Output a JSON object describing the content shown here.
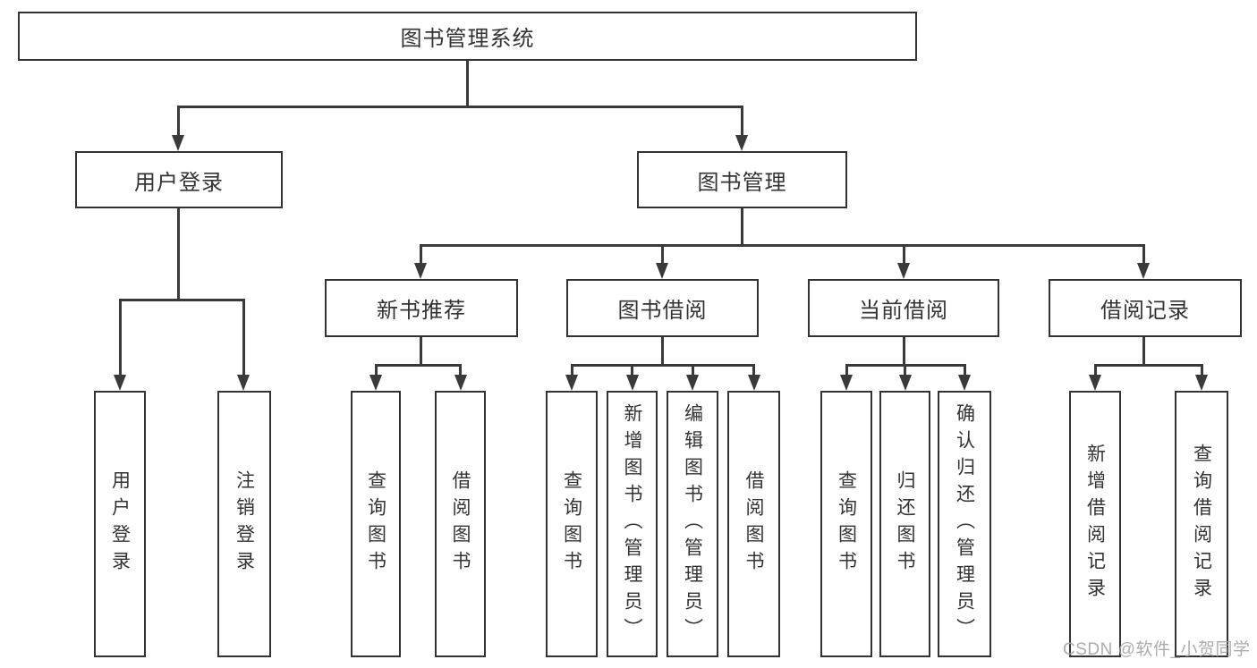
{
  "diagram": {
    "root": {
      "label": "图书管理系统"
    },
    "level2": [
      {
        "id": "user-login",
        "label": "用户登录"
      },
      {
        "id": "book-management",
        "label": "图书管理"
      }
    ],
    "level3": [
      {
        "id": "new-book-recommend",
        "label": "新书推荐"
      },
      {
        "id": "book-borrow",
        "label": "图书借阅"
      },
      {
        "id": "current-borrow",
        "label": "当前借阅"
      },
      {
        "id": "borrow-records",
        "label": "借阅记录"
      }
    ],
    "leaves": {
      "user_login": [
        {
          "label": "用户登录"
        },
        {
          "label": "注销登录"
        }
      ],
      "new_book_recommend": [
        {
          "label": "查询图书"
        },
        {
          "label": "借阅图书"
        }
      ],
      "book_borrow": [
        {
          "label": "查询图书"
        },
        {
          "label": "新增图书（管理员）"
        },
        {
          "label": "编辑图书（管理员）"
        },
        {
          "label": "借阅图书"
        }
      ],
      "current_borrow": [
        {
          "label": "查询图书"
        },
        {
          "label": "归还图书"
        },
        {
          "label": "确认归还（管理员）"
        }
      ],
      "borrow_records": [
        {
          "label": "新增借阅记录"
        },
        {
          "label": "查询借阅记录"
        }
      ]
    }
  },
  "watermark": "CSDN @软件_小贺同学",
  "colors": {
    "line": "#3a3a3a",
    "border": "#333333",
    "text": "#333333",
    "background": "#ffffff",
    "watermark": "#a8a8a8"
  }
}
